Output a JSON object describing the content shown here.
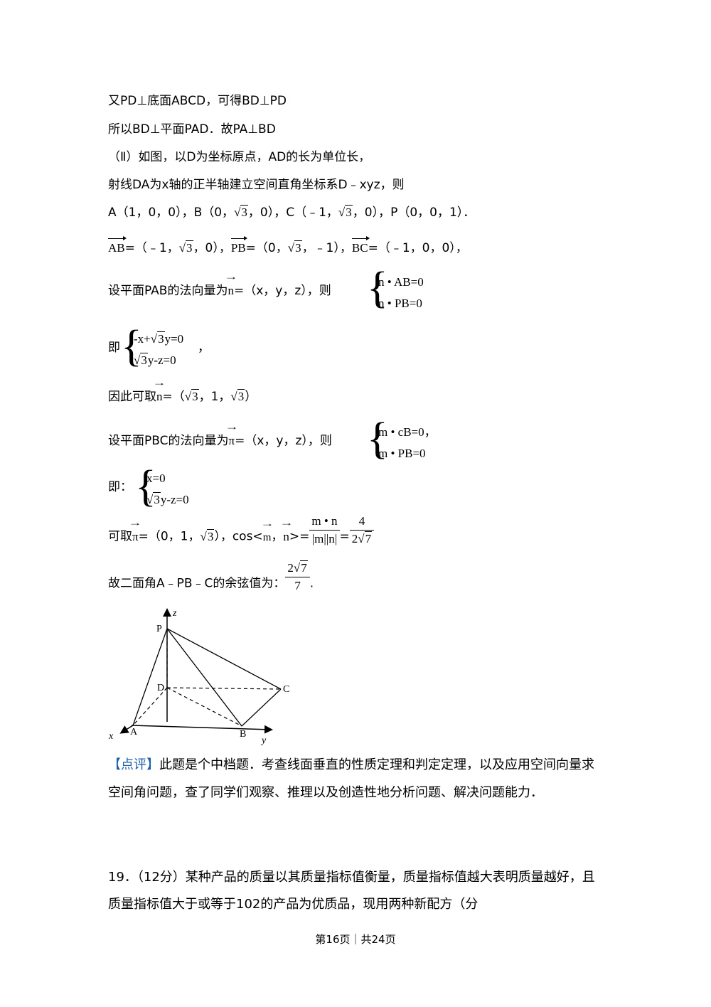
{
  "text": {
    "l1": "又PD⊥底面ABCD，可得BD⊥PD",
    "l2": "所以BD⊥平面PAD．故PA⊥BD",
    "l3": "（Ⅱ）如图，以D为坐标原点，AD的长为单位长，",
    "l4": "射线DA为x轴的正半轴建立空间直角坐标系D﹣xyz，则",
    "l5a": "A（1，0，0），B（0，",
    "l5b": "，0），C（﹣1，",
    "l5c": "，0），P（0，0，1）．",
    "l6_ab": "AB",
    "l6a": "=（﹣1，",
    "l6b": "，0），",
    "l6_pb": "PB",
    "l6c": "=（0，",
    "l6d": "，﹣1），",
    "l6_bc": "BC",
    "l6e": "=（﹣1，0，0），",
    "l7a": "设平面PAB的法向量为",
    "l7_n": "n",
    "l7b": "=（x，y，z），则",
    "sys1_r1": "n • AB=0",
    "sys1_r2": "n • PB=0",
    "l8a": "即",
    "sys2_r1": "-x+",
    "sys2_r1b": "y=0",
    "sys2_r2b": "y-z=0",
    "l8b": "，",
    "l9a": "因此可取",
    "l9_n": "n",
    "l9b": "=（",
    "l9c": "，1，",
    "l9d": "）",
    "l10a": "设平面PBC的法向量为",
    "l10_m": "π",
    "l10b": "=（x，y，z），则",
    "sys3_r1": "m • cB=0",
    "sys3_r2": "m • PB=0",
    "sys3_after": "，",
    "l11a": "即：",
    "sys4_r1": "x=0",
    "sys4_r2b": "y-z=0",
    "l12a": "可取",
    "l12_m": "π",
    "l12b": "=（0，1，",
    "l12c": "），cos<",
    "l12_m2": "m",
    "l12d": "，",
    "l12_n2": "n",
    "l12e": ">=",
    "frac1_num": "m • n",
    "frac1_den": "|m||n|",
    "eq": "=",
    "frac2_num": "4",
    "frac2_den": "2",
    "l13a": "故二面角A﹣PB﹣C的余弦值为：",
    "frac3_num": "2",
    "frac3_den": "7",
    "l13b": ".",
    "sqrt3": "3",
    "sqrt7": "7",
    "comment_tag": "【点评】",
    "comment_body": "此题是个中档题．考查线面垂直的性质定理和判定定理，以及应用空间向量求空间角问题，查了同学们观察、推理以及创造性地分析问题、解决问题能力．",
    "q19": "19．（12分）某种产品的质量以其质量指标值衡量，质量指标值越大表明质量越好，且质量指标值大于或等于102的产品为优质品，现用两种新配方（分",
    "footer": "第16页｜共24页"
  },
  "diagram": {
    "labels": {
      "P": "P",
      "D": "D",
      "C": "C",
      "A": "A",
      "B": "B",
      "x": "x",
      "y": "y",
      "z": "z"
    }
  }
}
